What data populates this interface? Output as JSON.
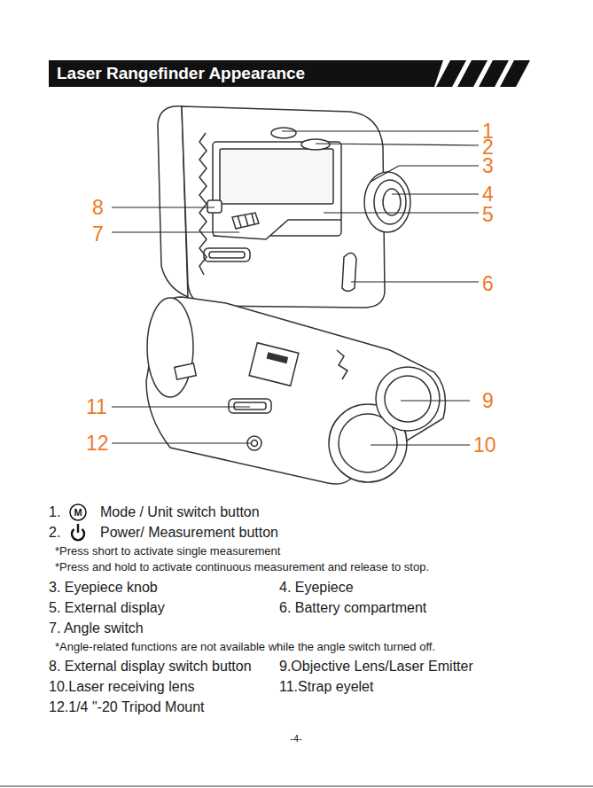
{
  "diagram": {
    "title": "Laser Rangefinder Appearance",
    "labels": [
      "1",
      "2",
      "3",
      "4",
      "5",
      "6",
      "7",
      "8",
      "9",
      "10",
      "11",
      "12",
      "1.",
      "M",
      "Mode / Unit switch button",
      "2.",
      "Power/ Measurement button",
      "*Press short to activate single measurement",
      "*Press and hold to activate continuous measurement and release to stop.",
      "3. Eyepiece knob",
      "4. Eyepiece",
      "5. External display",
      "6. Battery compartment",
      "7. Angle switch",
      "*Angle-related functions are not available while the angle switch turned off.",
      "8. External display switch button",
      "9.Objective Lens/Laser Emitter",
      "10.Laser receiving lens",
      "11.Strap eyelet",
      "12.1/4 \"-20 Tripod Mount",
      "-4-"
    ]
  }
}
